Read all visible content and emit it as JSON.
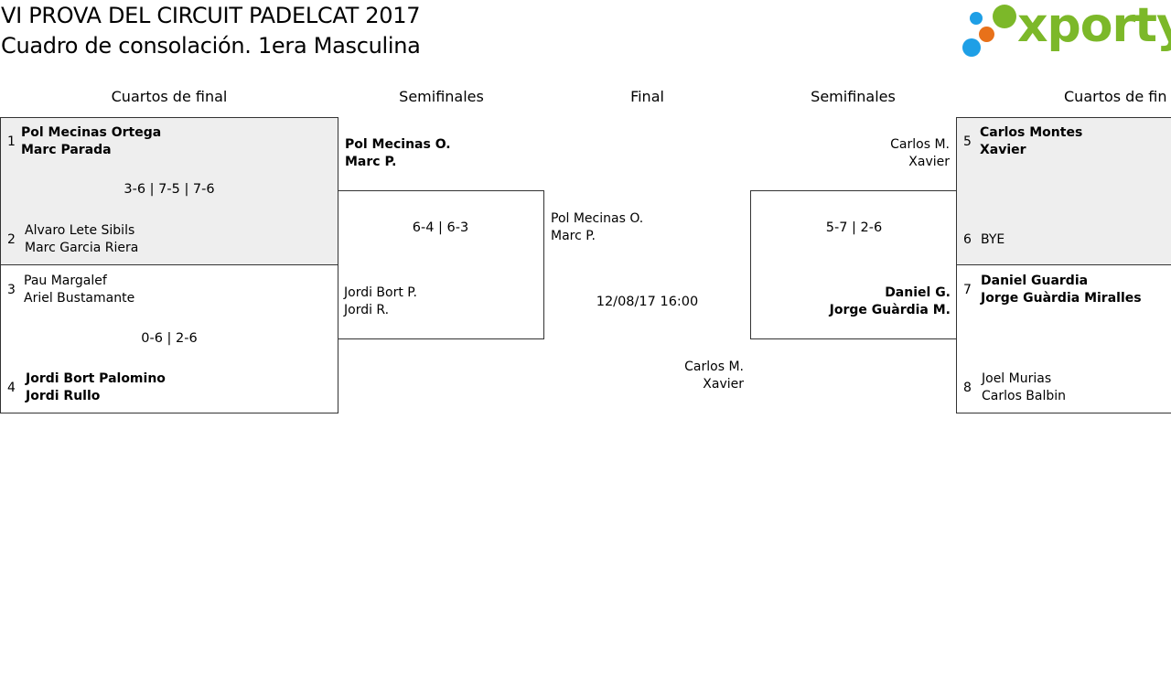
{
  "header": {
    "title": "VI PROVA DEL CIRCUIT PADELCAT 2017",
    "subtitle": "Cuadro de consolación. 1era Masculina"
  },
  "logo": {
    "text": "xporty",
    "colors": {
      "green": "#7cb829",
      "orange": "#e8711a",
      "blue": "#1e9fe6"
    }
  },
  "rounds": {
    "left_qf": "Cuartos de final",
    "left_sf": "Semifinales",
    "final": "Final",
    "right_sf": "Semifinales",
    "right_qf": "Cuartos de fin"
  },
  "left_qf": [
    {
      "seed_a": "1",
      "a1": "Pol Mecinas Ortega",
      "a2": "Marc Parada",
      "score": "3-6 | 7-5 | 7-6",
      "seed_b": "2",
      "b1": "Alvaro Lete Sibils",
      "b2": "Marc Garcia Riera"
    },
    {
      "seed_a": "3",
      "a1": "Pau Margalef",
      "a2": "Ariel Bustamante",
      "score": "0-6 | 2-6",
      "seed_b": "4",
      "b1": "Jordi Bort Palomino",
      "b2": "Jordi Rullo"
    }
  ],
  "left_sf": {
    "a1": "Pol Mecinas O.",
    "a2": "Marc P.",
    "score": "6-4 | 6-3",
    "b1": "Jordi Bort P.",
    "b2": "Jordi R."
  },
  "final": {
    "a1": "Pol Mecinas O.",
    "a2": "Marc P.",
    "datetime": "12/08/17 16:00",
    "b1": "Carlos M.",
    "b2": "Xavier"
  },
  "right_sf": {
    "a1": "Carlos M.",
    "a2": "Xavier",
    "score": "5-7 | 2-6",
    "b1": "Daniel G.",
    "b2": "Jorge Guàrdia M."
  },
  "right_qf": [
    {
      "seed_a": "5",
      "a1": "Carlos Montes",
      "a2": "Xavier",
      "seed_b": "6",
      "b1": "BYE"
    },
    {
      "seed_a": "7",
      "a1": "Daniel Guardia",
      "a2": "Jorge Guàrdia Miralles",
      "seed_b": "8",
      "b1": "Joel Murias",
      "b2": "Carlos Balbin"
    }
  ]
}
